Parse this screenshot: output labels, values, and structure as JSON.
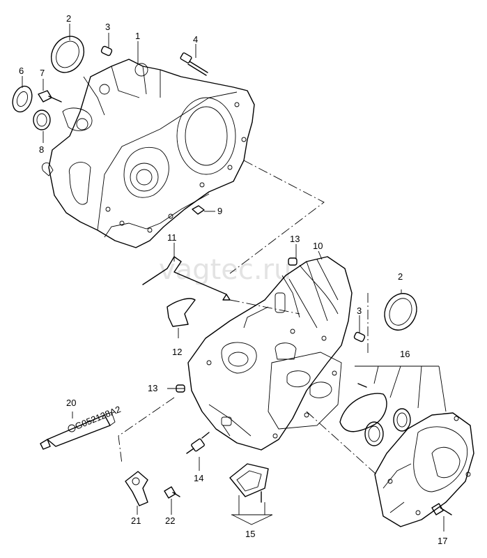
{
  "watermark": "vagtec.ru",
  "labels": {
    "l1": "1",
    "l2a": "2",
    "l2b": "2",
    "l3a": "3",
    "l3b": "3",
    "l4": "4",
    "l6": "6",
    "l7": "7",
    "l8": "8",
    "l9": "9",
    "l10": "10",
    "l11": "11",
    "l12": "12",
    "l13a": "13",
    "l13b": "13",
    "l14": "14",
    "l15": "15",
    "l16": "16",
    "l17": "17",
    "l20": "20",
    "l21": "21",
    "l22": "22"
  },
  "sealant_tube_print": "G052128A2"
}
